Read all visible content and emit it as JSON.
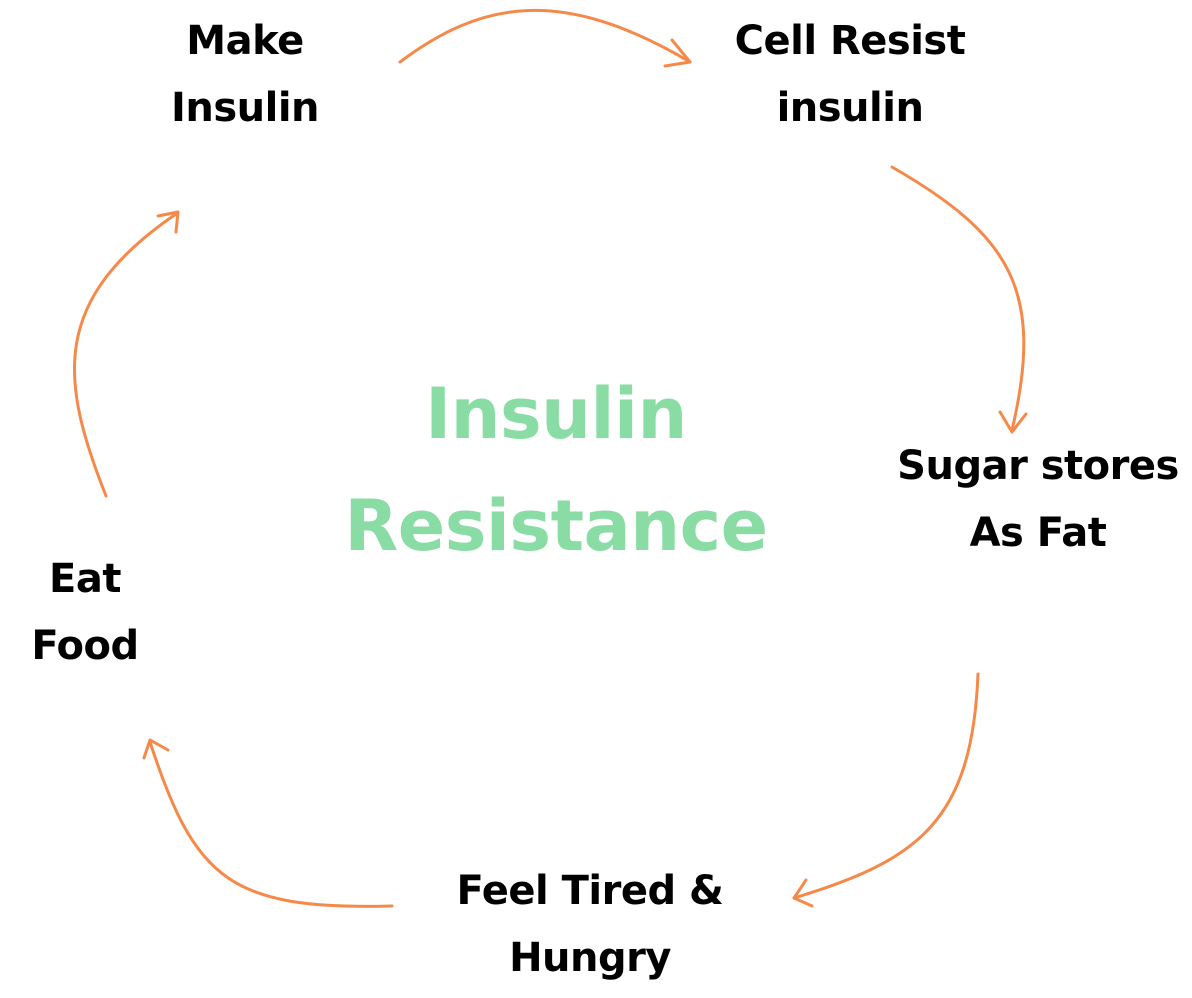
{
  "diagram": {
    "center": {
      "line1": "Insulin",
      "line2": "Resistance"
    },
    "nodes": {
      "make_insulin": {
        "line1": "Make",
        "line2": "Insulin"
      },
      "cell_resist": {
        "line1": "Cell Resist",
        "line2": "insulin"
      },
      "sugar_stores": {
        "line1": "Sugar stores",
        "line2": "As Fat"
      },
      "feel_tired": {
        "line1": "Feel Tired &",
        "line2": "Hungry"
      },
      "eat_food": {
        "line1": "Eat",
        "line2": "Food"
      }
    },
    "colors": {
      "arrow": "#f5894a",
      "center_text": "#88dca4",
      "node_text": "#000000"
    }
  }
}
